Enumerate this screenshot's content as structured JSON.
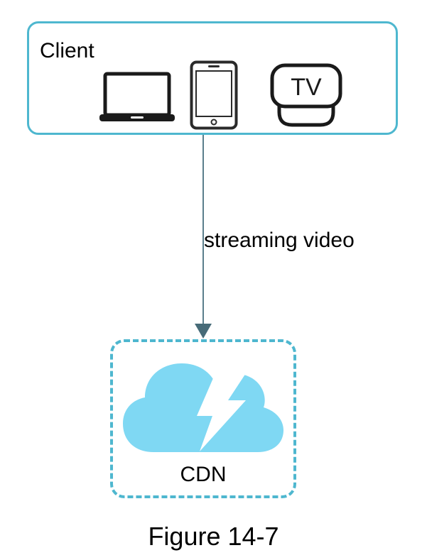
{
  "diagram": {
    "client": {
      "label": "Client",
      "devices": [
        "laptop-icon",
        "phone-icon",
        "tv-icon"
      ],
      "tv_text": "TV"
    },
    "edge": {
      "label": "streaming video",
      "from": "Client",
      "to": "CDN"
    },
    "cdn": {
      "label": "CDN",
      "icon": "cloud-lightning-icon"
    },
    "caption": "Figure 14-7",
    "colors": {
      "border": "#4eb7cf",
      "cloud": "#7fd8f3",
      "arrow": "#5b7f8c",
      "device": "#1a1a1a"
    }
  }
}
